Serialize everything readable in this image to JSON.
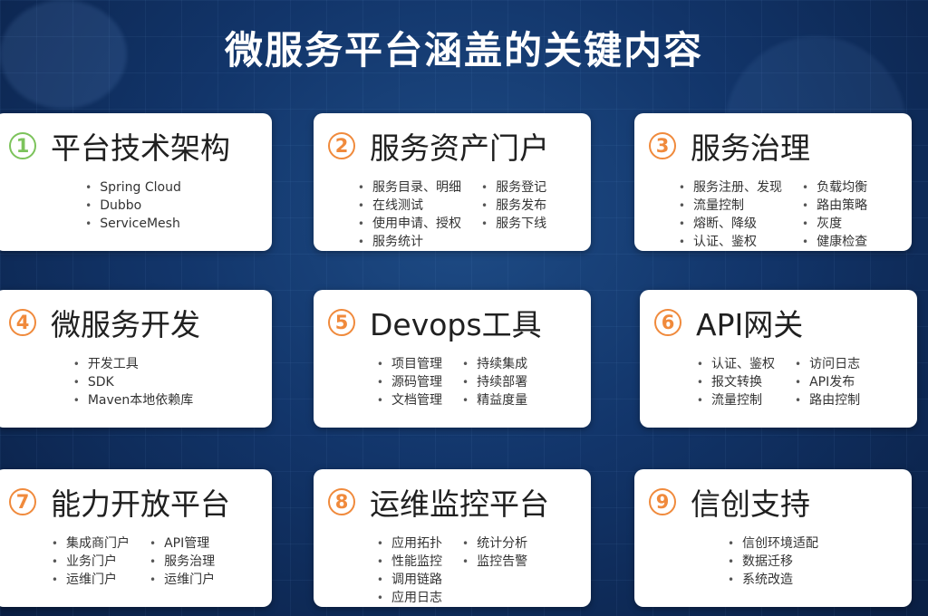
{
  "title": "微服务平台涵盖的关键内容",
  "cards": [
    {
      "num": "1",
      "title": "平台技术架构",
      "col1": [
        "Spring Cloud",
        "Dubbo",
        "ServiceMesh"
      ],
      "col2": []
    },
    {
      "num": "2",
      "title": "服务资产门户",
      "col1": [
        "服务目录、明细",
        "在线测试",
        "使用申请、授权",
        "服务统计"
      ],
      "col2": [
        "服务登记",
        "服务发布",
        "服务下线"
      ]
    },
    {
      "num": "3",
      "title": "服务治理",
      "col1": [
        "服务注册、发现",
        "流量控制",
        "熔断、降级",
        "认证、鉴权"
      ],
      "col2": [
        "负载均衡",
        "路由策略",
        "灰度",
        "健康检查"
      ]
    },
    {
      "num": "4",
      "title": "微服务开发",
      "col1": [
        "开发工具",
        "SDK",
        "Maven本地依赖库"
      ],
      "col2": []
    },
    {
      "num": "5",
      "title": "Devops工具",
      "col1": [
        "项目管理",
        "源码管理",
        "文档管理"
      ],
      "col2": [
        "持续集成",
        "持续部署",
        "精益度量"
      ]
    },
    {
      "num": "6",
      "title": "API网关",
      "col1": [
        "认证、鉴权",
        "报文转换",
        "流量控制"
      ],
      "col2": [
        "访问日志",
        "API发布",
        "路由控制"
      ]
    },
    {
      "num": "7",
      "title": "能力开放平台",
      "col1": [
        "集成商门户",
        "业务门户",
        "运维门户"
      ],
      "col2": [
        "API管理",
        "服务治理",
        "运维门户"
      ]
    },
    {
      "num": "8",
      "title": "运维监控平台",
      "col1": [
        "应用拓扑",
        "性能监控",
        "调用链路",
        "应用日志"
      ],
      "col2": [
        "统计分析",
        "监控告警"
      ]
    },
    {
      "num": "9",
      "title": "信创支持",
      "col1": [
        "信创环境适配",
        "数据迁移",
        "系统改造"
      ],
      "col2": []
    }
  ]
}
